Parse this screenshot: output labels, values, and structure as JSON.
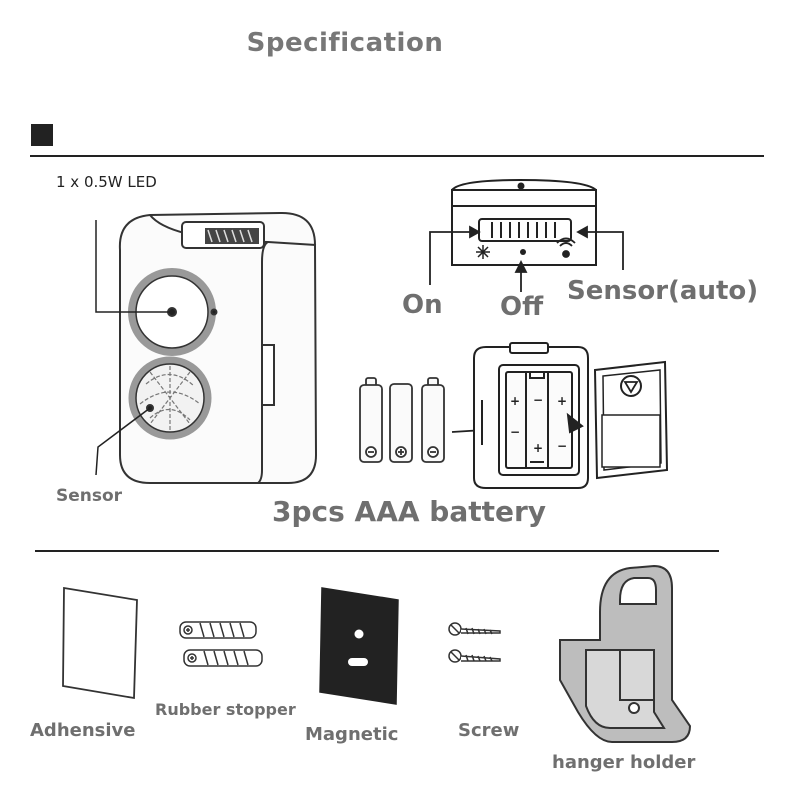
{
  "title": "Specification",
  "labels": {
    "led": "1 x 0.5W LED",
    "on": "On",
    "off": "Off",
    "sensor_auto": "Sensor(auto)",
    "sensor": "Sensor",
    "battery": "3pcs AAA battery",
    "adhesive": "Adhensive",
    "rubber_stopper": "Rubber stopper",
    "magnetic": "Magnetic",
    "screw": "Screw",
    "hanger_holder": "hanger holder"
  },
  "icons": [
    "sun-icon",
    "off-dot-icon",
    "sensor-wave-icon",
    "arrow-down-icon",
    "plus-icon",
    "minus-icon"
  ],
  "colors": {
    "line": "#222222",
    "label_gray": "#6f6f6f",
    "magnet_fill": "#222222"
  }
}
